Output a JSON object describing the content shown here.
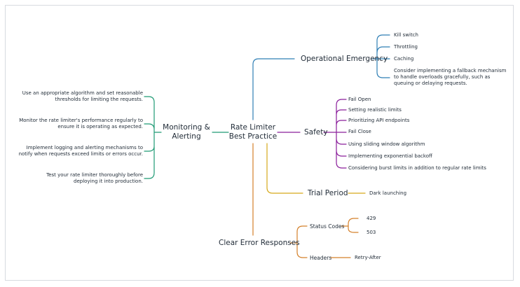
{
  "root": {
    "line1": "Rate Limiter",
    "line2": "Best Practice"
  },
  "operational": {
    "title": "Operational Emergency",
    "items": [
      "Kill switch",
      "Throttling",
      "Caching"
    ],
    "fallback": [
      "Consider implementing a fallback mechanism",
      "to handle overloads gracefully, such as",
      "queuing or delaying requests."
    ]
  },
  "safety": {
    "title": "Safety",
    "items": [
      "Fail Open",
      "Setting realistic limits",
      "Prioritizing API endpoints",
      "Fail Close",
      "Using sliding window algorithm",
      "Implementing exponential backoff",
      "Considering burst limits in addition to regular rate limits"
    ]
  },
  "trial": {
    "title": "Trial Period",
    "items": [
      "Dark launching"
    ]
  },
  "errors": {
    "title": "Clear Error Responses",
    "status_codes": {
      "label": "Status Codes",
      "items": [
        "429",
        "503"
      ]
    },
    "headers": {
      "label": "Headers",
      "items": [
        "Retry-After"
      ]
    }
  },
  "monitoring": {
    "line1": "Monitoring &",
    "line2": "Alerting",
    "items": [
      [
        "Use an appropriate algorithm and set reasonable",
        "thresholds for limiting the requests."
      ],
      [
        "Monitor the rate limiter's performance regularly to",
        "ensure it is operating as expected."
      ],
      [
        "Implement logging and alerting mechanisms to",
        "notify when requests exceed limits or errors occur."
      ],
      [
        "Test your rate limiter thoroughly before",
        "deploying it into production."
      ]
    ]
  },
  "colors": {
    "operational": "#2f7fb5",
    "safety": "#8b1f9b",
    "trial": "#d6a91a",
    "errors": "#d4802a",
    "monitoring": "#1f9a74",
    "text": "#1f2a36"
  }
}
